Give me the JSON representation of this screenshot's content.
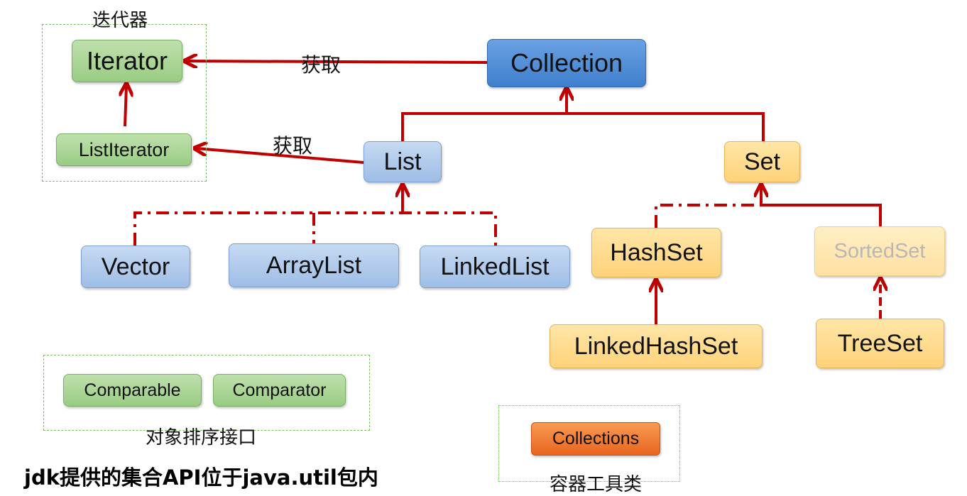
{
  "nodes": {
    "collection": "Collection",
    "iterator": "Iterator",
    "list_iterator": "ListIterator",
    "list": "List",
    "set": "Set",
    "vector": "Vector",
    "array_list": "ArrayList",
    "linked_list": "LinkedList",
    "hash_set": "HashSet",
    "sorted_set": "SortedSet",
    "linked_hash_set": "LinkedHashSet",
    "tree_set": "TreeSet",
    "comparable": "Comparable",
    "comparator": "Comparator",
    "collections": "Collections"
  },
  "groups": {
    "iterator_group": "迭代器",
    "sort_interfaces_group": "对象排序接口",
    "container_tools_group": "容器工具类"
  },
  "edge_labels": {
    "get_iterator": "获取",
    "get_list_iterator": "获取"
  },
  "caption": "jdk提供的集合API位于java.util包内",
  "colors": {
    "edge": "#c00000",
    "interface_blue": "#3f7fcd",
    "class_blue": "#9ebde6",
    "set_orange": "#ffd27a",
    "comparator_green": "#99cc83",
    "tools_orange": "#e8651f"
  }
}
